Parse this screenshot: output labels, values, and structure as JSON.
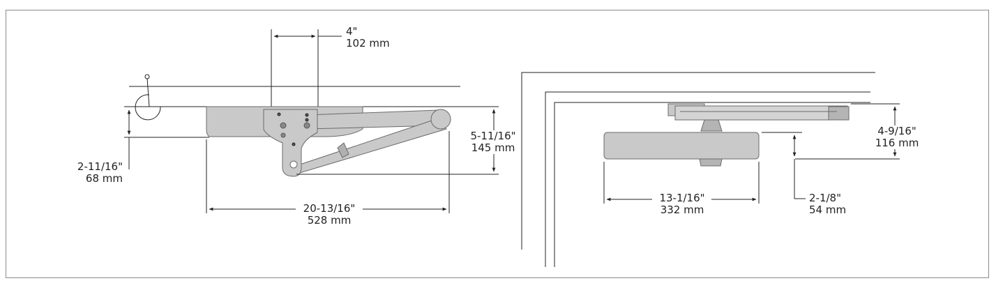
{
  "left_view": {
    "dim_top": {
      "imperial": "4\"",
      "metric": "102 mm"
    },
    "dim_left": {
      "imperial": "2-11/16\"",
      "metric": "68 mm"
    },
    "dim_right": {
      "imperial": "5-11/16\"",
      "metric": "145 mm"
    },
    "dim_bottom": {
      "imperial": "20-13/16\"",
      "metric": "528 mm"
    }
  },
  "right_view": {
    "dim_right": {
      "imperial": "4-9/16\"",
      "metric": "116 mm"
    },
    "dim_body": {
      "imperial": "2-1/8\"",
      "metric": "54 mm"
    },
    "dim_bottom": {
      "imperial": "13-1/16\"",
      "metric": "332 mm"
    }
  },
  "colors": {
    "line": "#222222",
    "body": "#c9c9c9",
    "body_stroke": "#6a6a6a"
  }
}
